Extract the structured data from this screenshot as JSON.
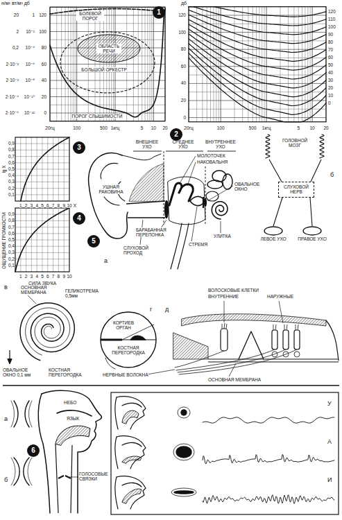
{
  "diagram": {
    "nodes": [
      {
        "text": [
          "1"
        ]
      },
      {
        "text": [
          "2"
        ]
      },
      {
        "text": [
          "3"
        ]
      },
      {
        "text": [
          "4"
        ]
      },
      {
        "text": [
          "5"
        ]
      },
      {
        "text": [
          "СЛУХОВОЙ НЕРВ"
        ]
      },
      {
        "text": [
          "ЛЕВОЕ УХО"
        ]
      },
      {
        "text": [
          "ПРАВОЕ УХО"
        ]
      },
      {
        "text": [
          "6"
        ]
      }
    ],
    "edges": [
      {
        "from": 6,
        "to": 5,
        "arrow": "none"
      },
      {
        "from": 7,
        "to": 5,
        "arrow": "none"
      }
    ],
    "labels": [
      "н/м² вт/м² дб",
      "20",
      "1",
      "120",
      "2",
      "10⁻²",
      "100",
      "0,2",
      "10⁻⁴",
      "80",
      "2·10⁻²",
      "10⁻⁶",
      "60",
      "2·10⁻³",
      "10⁻⁸",
      "40",
      "2·10⁻⁴",
      "10⁻¹⁰",
      "20",
      "2·10⁻⁵",
      "10⁻¹²",
      "0",
      "БОЛЕВОЙ ПОРОГ",
      "ОБЛАСТЬ РЕЧИ",
      "БОЛЬШОЙ ОРКЕСТР",
      "ПОРОГ СЛЫШИМОСТИ",
      "20гц",
      "100",
      "500",
      "1кгц",
      "5",
      "10",
      "20",
      "дб",
      "120",
      "100",
      "80",
      "60",
      "40",
      "20",
      "0",
      "120",
      "110",
      "100",
      "90",
      "80",
      "70",
      "60",
      "50",
      "40",
      "30",
      "20",
      "10",
      "0",
      "20гц",
      "100",
      "500",
      "1кгц",
      "5",
      "10",
      "20",
      "0,9",
      "0,8",
      "0,7",
      "0,6",
      "0,5",
      "0,4",
      "0,3",
      "0,2",
      "0,1",
      "lg X",
      "1",
      "2",
      "3",
      "4",
      "5",
      "6",
      "7",
      "8",
      "9",
      "10",
      "X",
      "ОЩУЩЕНИЕ ГРОМКОСТИ",
      "0,9",
      "0,8",
      "0,7",
      "0,6",
      "0,5",
      "0,4",
      "0,3",
      "0,2",
      "0,1",
      "1",
      "2",
      "3",
      "4",
      "5",
      "6",
      "7",
      "8",
      "9",
      "10",
      "СИЛА ЗВУКА",
      "ВНЕШНЕЕ УХО",
      "СРЕДНЕЕ УХО",
      "ВНУТРЕННЕЕ УХО",
      "МОЛОТОЧЕК",
      "НАКОВАЛЬНЯ",
      "УШНАЯ РАКОВИНА",
      "ОВАЛЬНОЕ ОКНО",
      "БАРАБАННАЯ ПЕРЕПОНКА",
      "СТРЕМЯ",
      "УЛИТКА",
      "СЛУХОВОЙ ПРОХОД",
      "а",
      "ГОЛОВНОЙ МОЗГ",
      "б",
      "в",
      "ОСНОВНАЯ МЕМБРАНА",
      "ГЕЛИКОТРЕМА 0,5мм",
      "ОВАЛЬНОЕ ОКНО 0,1 мм",
      "КОСТНАЯ ПЕРЕГОРОДКА",
      "г",
      "КОРТИЕВ ОРГАН",
      "КОСТНАЯ ПЕРЕГОРОДКА",
      "НЕРВНЫЕ ВОЛОКНА",
      "д",
      "ВОЛОСКОВЫЕ КЛЕТКИ",
      "ВНУТРЕННИЕ",
      "НАРУЖНЫЕ",
      "ОСНОВНАЯ МЕМБРАНА",
      "а",
      "б",
      "НЕБО",
      "ЯЗЫК",
      "ГОЛОСОВЫЕ СВЯЗКИ",
      "У",
      "А",
      "И"
    ]
  }
}
